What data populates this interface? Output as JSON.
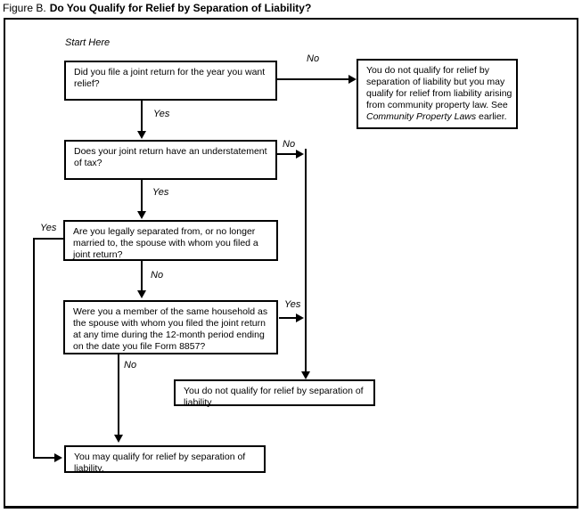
{
  "figure": {
    "title_prefix": "Figure B.",
    "title_main": "Do You Qualify for Relief by Separation of Liability?"
  },
  "flowchart": {
    "start_label": "Start Here",
    "yes_label": "Yes",
    "no_label": "No",
    "nodes": {
      "q1": "Did you file a joint return for the year you want\nrelief?",
      "q2": "Does your joint return have an understatement\nof tax?",
      "q3": "Are you legally separated from, or no longer\nmarried to, the spouse with whom you filed a\njoint return?",
      "q4": "Were you a member of the same household as\nthe spouse with whom you filed the joint return\nat any time during the 12-month period ending\non the date you file Form 8857?",
      "outcome_no_relief_community": {
        "before": "You do not qualify for relief by\nseparation of liability but you may\nqualify for relief from liability arising\nfrom community property law. See\n",
        "italic": "Community Property Laws",
        "after": " earlier."
      },
      "outcome_no_relief": "You do not qualify for relief by separation of\nliability.",
      "outcome_may_qualify": "You may qualify for relief by separation of\nliability."
    },
    "edges": [
      {
        "from": "q1",
        "answer": "No",
        "to": "outcome_no_relief_community"
      },
      {
        "from": "q1",
        "answer": "Yes",
        "to": "q2"
      },
      {
        "from": "q2",
        "answer": "No",
        "to": "outcome_no_relief"
      },
      {
        "from": "q2",
        "answer": "Yes",
        "to": "q3"
      },
      {
        "from": "q3",
        "answer": "Yes",
        "to": "outcome_may_qualify"
      },
      {
        "from": "q3",
        "answer": "No",
        "to": "q4"
      },
      {
        "from": "q4",
        "answer": "Yes",
        "to": "outcome_no_relief"
      },
      {
        "from": "q4",
        "answer": "No",
        "to": "outcome_may_qualify"
      }
    ]
  },
  "colors": {
    "line": "#000000",
    "text": "#000000",
    "background": "#ffffff",
    "box_border": "#000000"
  }
}
